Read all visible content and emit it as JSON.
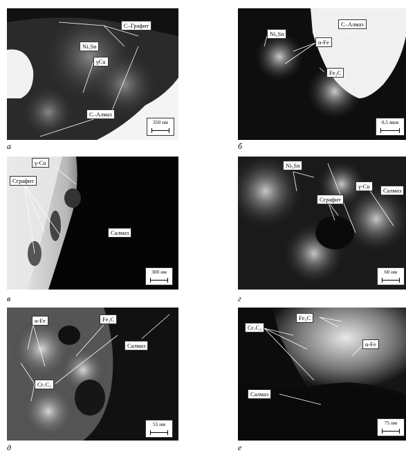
{
  "panels": [
    {
      "letter": "а",
      "labels": [
        "C–Графит",
        "Ni₃Sn",
        "γCu",
        "C–Алмаз"
      ],
      "scale": "350 нм"
    },
    {
      "letter": "б",
      "labels": [
        "C–Алмаз",
        "Ni₃Sn",
        "α-Fe",
        "Fe₃C"
      ],
      "scale": "0,5 мкм"
    },
    {
      "letter": "в",
      "labels": [
        "γ-Cu",
        "Cграфит",
        "Cалмаз"
      ],
      "scale": "300 нм"
    },
    {
      "letter": "г",
      "labels": [
        "Ni₃Sn",
        "γ-Cu",
        "Cалмаз",
        "Cграфит"
      ],
      "scale": "60 нм"
    },
    {
      "letter": "д",
      "labels": [
        "α-Fe",
        "Fe₃C",
        "Cалмаз",
        "Cr₇C₃"
      ],
      "scale": "55 нм"
    },
    {
      "letter": "е",
      "labels": [
        "Fe₃C",
        "Cr₇C₃",
        "α-Fe",
        "Cалмаз"
      ],
      "scale": "75 нм"
    }
  ]
}
